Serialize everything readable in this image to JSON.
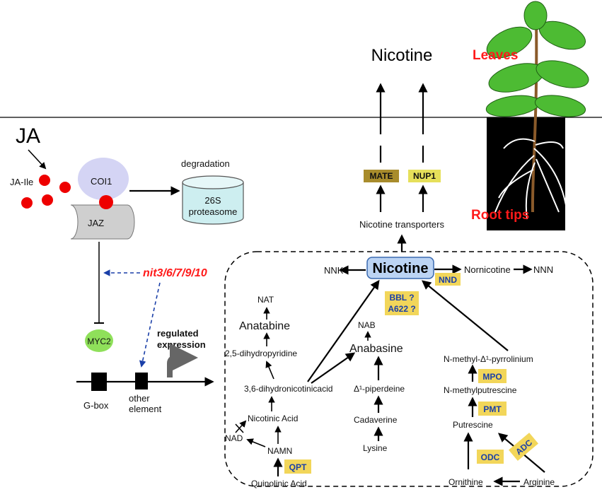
{
  "labels": {
    "ja": "JA",
    "ja_ile": "JA-Ile",
    "coi1": "COI1",
    "jaz": "JAZ",
    "degradation": "degradation",
    "proteasome_line1": "26S",
    "proteasome_line2": "proteasome",
    "nit": "nit3/6/7/9/10",
    "myc2": "MYC2",
    "gbox": "G-box",
    "other_line1": "other",
    "other_line2": "element",
    "regulated_line1": "regulated",
    "regulated_line2": "expression",
    "nicotine_top": "Nicotine",
    "leaves": "Leaves",
    "root_tips": "Root tips",
    "mate": "MATE",
    "nup1": "NUP1",
    "transporters": "Nicotine transporters",
    "nicotine_box": "Nicotine",
    "nnk": "NNK",
    "nornicotine": "Nornicotine",
    "nnn": "NNN",
    "nnd": "NND",
    "bbl": "BBL ?",
    "a622": "A622 ?",
    "nat": "NAT",
    "anatabine": "Anatabine",
    "dihydropyridine": "2,5-dihydropyridine",
    "dihydronicotinic": "3,6-dihydronicotinicacid",
    "nicotinic_acid": "Nicotinic Acid",
    "nad": "NAD",
    "namn": "NAMN",
    "quinolinic": "Quinolinic Acid",
    "qpt": "QPT",
    "nab": "NAB",
    "anabasine": "Anabasine",
    "piperdeine": "Δ¹-piperdeine",
    "cadaverine": "Cadaverine",
    "lysine": "Lysine",
    "pyrrolinium": "N-methyl-Δ¹-pyrrolinium",
    "mpo": "MPO",
    "methylputrescine": "N-methylputrescine",
    "pmt": "PMT",
    "putrescine": "Putrescine",
    "odc": "ODC",
    "adc": "ADC",
    "ornithine": "Ornithine",
    "arginine": "Arginine"
  },
  "colors": {
    "ja_dot": "#ee0000",
    "coi1_fill": "#d4d4f4",
    "jaz_fill": "#cfcfcf",
    "proteasome_fill": "#cdeef0",
    "myc2_fill": "#8fe05a",
    "enzyme_box": "#f2d65a",
    "transporter_box": "#a88c2c",
    "nicotine_box_fill": "#bcd4f4",
    "nit_text": "#ff1a1a",
    "enzyme_text": "#1a3fa8",
    "leaf_green": "#4dbb33",
    "soil": "#000000"
  }
}
